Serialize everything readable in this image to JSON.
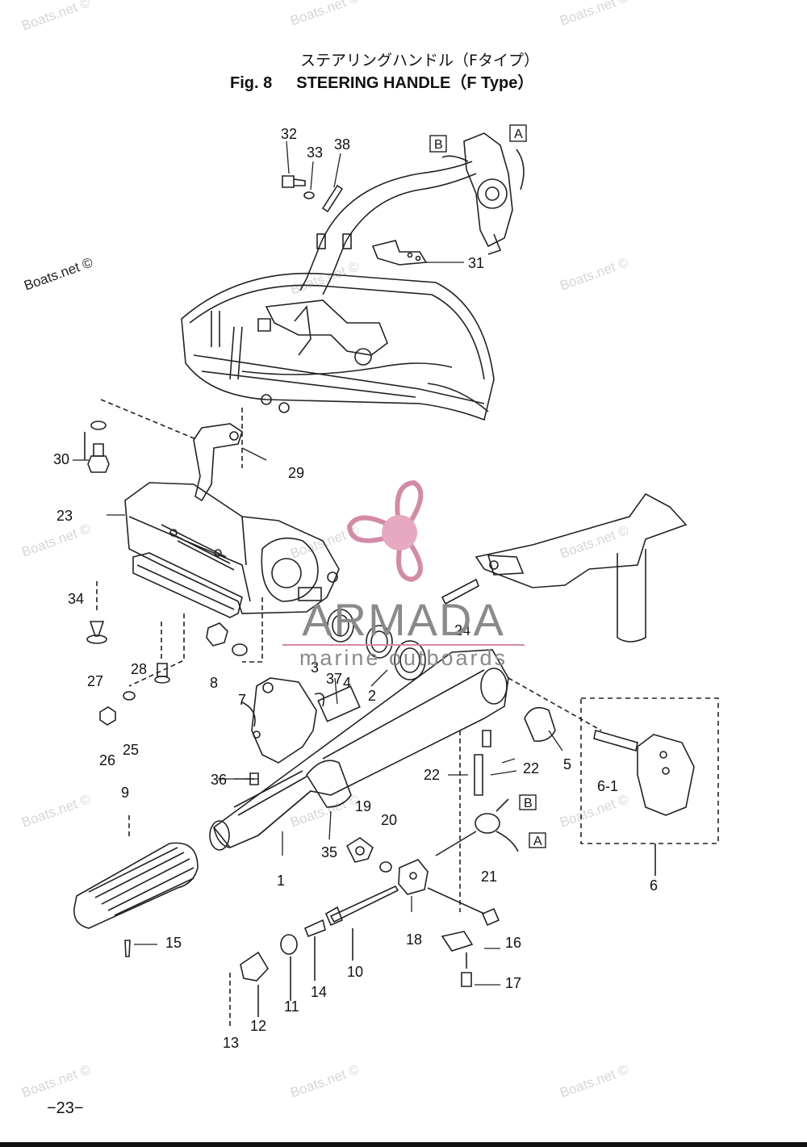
{
  "title": {
    "japanese": "ステアリングハンドル（Fタイプ）",
    "fig_label": "Fig. 8",
    "english": "STEERING HANDLE（F Type）"
  },
  "watermarks": {
    "text": "Boats.net ©"
  },
  "logo": {
    "name": "ARMADA",
    "tagline": "marine outboards",
    "accent_color": "#d48aa6"
  },
  "reference_tags": [
    "A",
    "B"
  ],
  "callouts": [
    "1",
    "2",
    "3",
    "4",
    "5",
    "6",
    "6-1",
    "7",
    "8",
    "9",
    "10",
    "11",
    "12",
    "13",
    "14",
    "15",
    "16",
    "17",
    "18",
    "19",
    "20",
    "21",
    "22",
    "22",
    "23",
    "24",
    "25",
    "26",
    "27",
    "28",
    "29",
    "30",
    "31",
    "32",
    "33",
    "34",
    "35",
    "36",
    "37",
    "38"
  ],
  "page_number": "−23−"
}
